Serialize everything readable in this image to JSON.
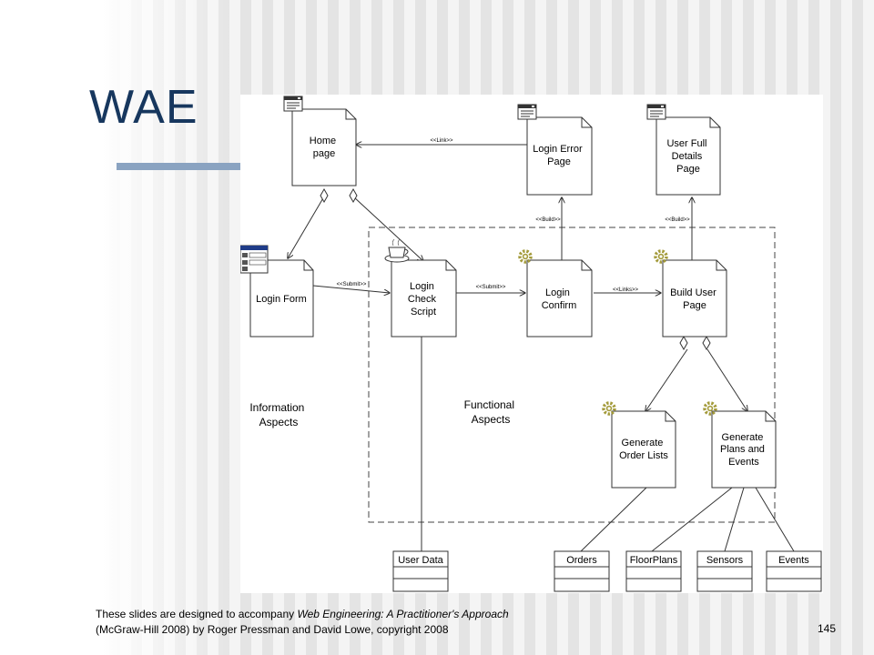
{
  "slide": {
    "title": "WAE",
    "page_number": "145",
    "footer": {
      "line1_prefix": "These slides are designed to accompany ",
      "line1_book": "Web Engineering: A Practitioner's Approach",
      "line2": "(McGraw-Hill 2008) by Roger Pressman and David Lowe, copyright 2008"
    }
  },
  "colors": {
    "title": "#17375e",
    "accent_bar": "#8aa3c1",
    "gear": "#a39a3a"
  },
  "diagram": {
    "pages": {
      "home": [
        "Home",
        "page"
      ],
      "login_error": [
        "Login Error",
        "Page"
      ],
      "user_full": [
        "User Full",
        "Details",
        "Page"
      ],
      "login_form": [
        "Login Form"
      ],
      "login_check": [
        "Login",
        "Check",
        "Script"
      ],
      "login_confirm": [
        "Login",
        "Confirm"
      ],
      "build_user": [
        "Build User",
        "Page"
      ],
      "order_lists": [
        "Generate",
        "Order Lists"
      ],
      "plans_events": [
        "Generate",
        "Plans and",
        "Events"
      ]
    },
    "stereotypes": {
      "link": "<<Link>>",
      "build1": "<<Build>>",
      "build2": "<<Build>>",
      "submit1": "<<Submit>>",
      "submit2": "<<Submit>>",
      "links": "<<Links>>"
    },
    "regions": {
      "information": [
        "Information",
        "Aspects"
      ],
      "functional": [
        "Functional",
        "Aspects"
      ]
    },
    "data_classes": {
      "user_data": "User Data",
      "orders": "Orders",
      "floorplans": "FloorPlans",
      "sensors": "Sensors",
      "events": "Events"
    },
    "icons": [
      "web-page-icon",
      "form-icon",
      "coffee-cup-icon",
      "gear-icon"
    ]
  }
}
